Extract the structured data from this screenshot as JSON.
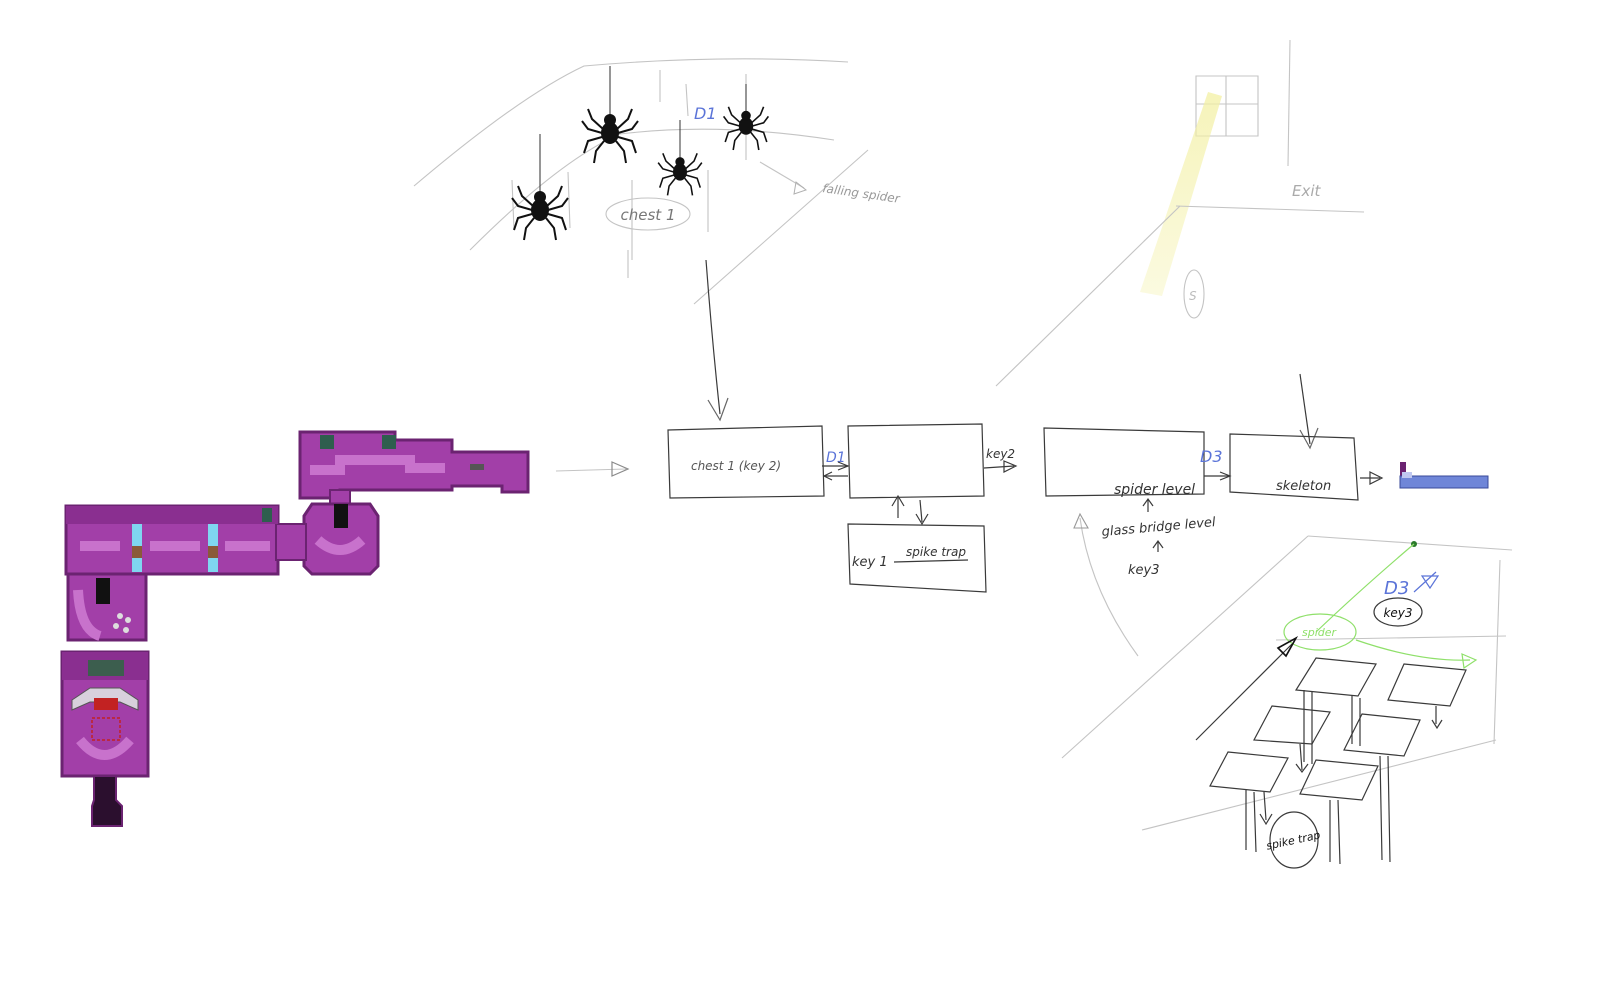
{
  "colors": {
    "level_purple": "#a23fa8",
    "level_dark": "#6b2371",
    "label_blue": "#5b74d8",
    "highlight_green": "#8fe06a",
    "light_yellow": "#f3f0a4",
    "sketch_grey": "#c4c4c4",
    "sketch_dark": "#3a3a3a"
  },
  "spider_scene": {
    "chest_label": "chest 1",
    "door_label": "D1",
    "falling_spider_label": "falling spider"
  },
  "exit_scene": {
    "exit_label": "Exit",
    "skeleton_marker": "S"
  },
  "flow": {
    "chest_room_label": "chest 1 (key 2)",
    "door1_label": "D1",
    "key2_label": "key2",
    "key1_room_key": "key 1",
    "key1_room_trap": "spike trap",
    "spider_level_label": "spider level",
    "glass_bridge_label": "glass bridge level",
    "key3_label": "key3",
    "door3_label": "D3",
    "skeleton_label": "skeleton"
  },
  "bridge_scene": {
    "door3_label": "D3",
    "key3_label": "key3",
    "spider_label": "spider",
    "spike_trap_label": "spike trap"
  }
}
